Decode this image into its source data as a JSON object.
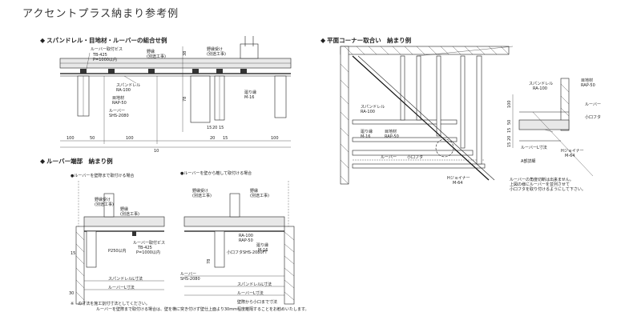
{
  "page_title": "アクセントプラス納まり参考例",
  "sections": {
    "s1": "スパンドレル・目地材・ルーバーの組合せ例",
    "s2": "平面コーナー取合い　納まり例",
    "s3": "ルーバー端部　納まり例"
  },
  "s1": {
    "screw_label": "ルーバー取付ビス",
    "screw_spec": "TB-425",
    "screw_pitch": "P=1000以内",
    "ceiling_label": "野縁",
    "ceiling_note": "(別途工事)",
    "hanger_label": "野縁受け",
    "hanger_note": "(別途工事)",
    "spandrel_label": "スパンドレル",
    "spandrel_code": "RA-100",
    "joint_label": "目地材",
    "joint_code": "RAP-50",
    "louver_label": "ルーバー",
    "louver_code": "SHS-2080",
    "edge_label": "廻り縁",
    "edge_code": "M-16",
    "dim_top": "38",
    "dim_mid": "78",
    "dim_bottom": [
      "100",
      "50",
      "100",
      "10",
      "15",
      "20",
      "15",
      "15",
      "20",
      "15",
      "100"
    ],
    "dim_center": "10"
  },
  "s2": {
    "spandrel_label": "スパンドレル",
    "spandrel_code": "RA-100",
    "edge_label": "廻り縁",
    "edge_code": "M-16",
    "joint_label": "目地材",
    "joint_code": "RAP-50",
    "louver_label": "ルーバー",
    "cap_label": "小口フタ",
    "hjoiner_label": "Hジョイナー",
    "hjoiner_code": "M-64",
    "side_spandrel": "スパンドレル",
    "side_spandrel_code": "RA-100",
    "side_joint": "目地材",
    "side_joint_code": "RAP-50",
    "side_louver": "ルーバー",
    "side_cap": "小口フタ",
    "side_length": "ルーバーL寸法",
    "side_hjoiner": "Hジョイナー",
    "side_hjoiner_code": "M-64",
    "side_section": "A部詳細",
    "side_dims": [
      "100",
      "50",
      "15",
      "20",
      "15"
    ],
    "note1": "ルーバーの角度切断は出来ません。",
    "note2": "上図の様にルーバーを並列させて",
    "note3": "小口フタを取り付けるようにして下さい。"
  },
  "s3": {
    "left_head": "●ルーバーを壁際まで取付ける場合",
    "right_head": "●ルーバーを壁から離して取付ける場合",
    "hanger_label": "野縁受け",
    "hanger_note": "(別途工事)",
    "ceiling_label": "野縁",
    "ceiling_note": "(別途工事)",
    "screw_label": "ルーバー取付ビス",
    "screw_spec": "TB-425",
    "screw_pitch": "P=1000以内",
    "pitch_label": "P250以内",
    "spandrel_code": "RA-100",
    "joint_code": "RAP-50",
    "edge_label": "廻り縁",
    "edge_code": "M-16",
    "cap_label": "小口フタSHS-2080FT",
    "louver_label": "ルーバー",
    "louver_code": "SHS-2080",
    "spandrel_length": "スパンドレルL寸法",
    "louver_length": "ルーバーL寸法",
    "length_from_wall": "壁際から小口まで寸法",
    "dim_30": "30",
    "dim_15": "15",
    "dim_78": "78",
    "note_a": "※　の寸法を施工割付寸法としてください。",
    "note_b": "ルーバーを壁際まで取付ける場合は、壁を横に突き付けず壁仕上面より30mm程度離隔することをお勧めいたします。"
  }
}
